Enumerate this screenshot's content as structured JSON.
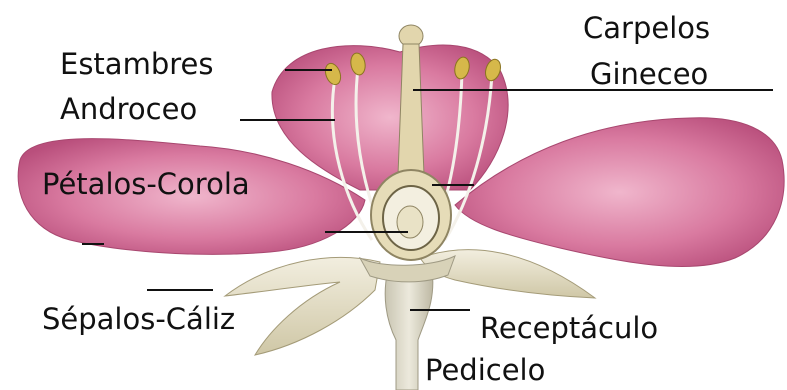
{
  "diagram": {
    "labels": {
      "carpelos": "Carpelos",
      "gineceo": "Gineceo",
      "estambres": "Estambres",
      "androceo": "Androceo",
      "petalos": "Pétalos-Corola",
      "sepalos": "Sépalos-Cáliz",
      "receptaculo": "Receptáculo",
      "pedicelo": "Pedicelo"
    },
    "colors": {
      "petal": "#d97aa0",
      "petal_shade": "#b94f7c",
      "sepal": "#e8e2cc",
      "stem": "#d9d6c6",
      "anther": "#d6b84a",
      "pistil": "#e2d6ad",
      "leader_line": "#111111"
    }
  }
}
